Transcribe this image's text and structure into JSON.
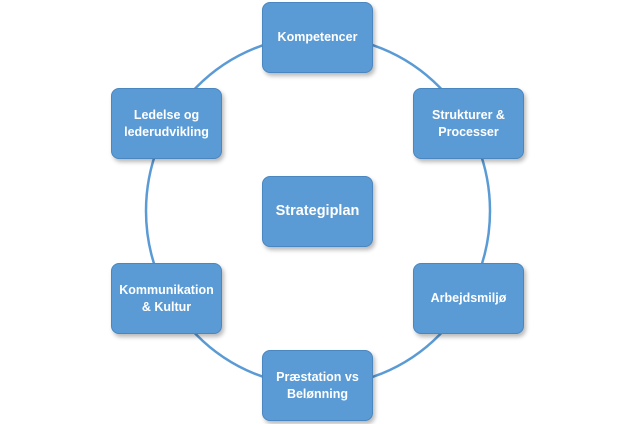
{
  "diagram": {
    "type": "cycle",
    "colors": {
      "node_fill": "#5b9bd5",
      "node_text": "#ffffff",
      "ring": "#5b9bd5",
      "background": "#ffffff"
    },
    "center": "Strategiplan",
    "ring_nodes": {
      "top": "Kompetencer",
      "top_right": "Strukturer &\nProcesser",
      "bottom_right": "Arbejdsmiljø",
      "bottom": "Præstation vs\nBelønning",
      "bottom_left": "Kommunikation\n& Kultur",
      "top_left": "Ledelse og\nlederudvikling"
    }
  }
}
